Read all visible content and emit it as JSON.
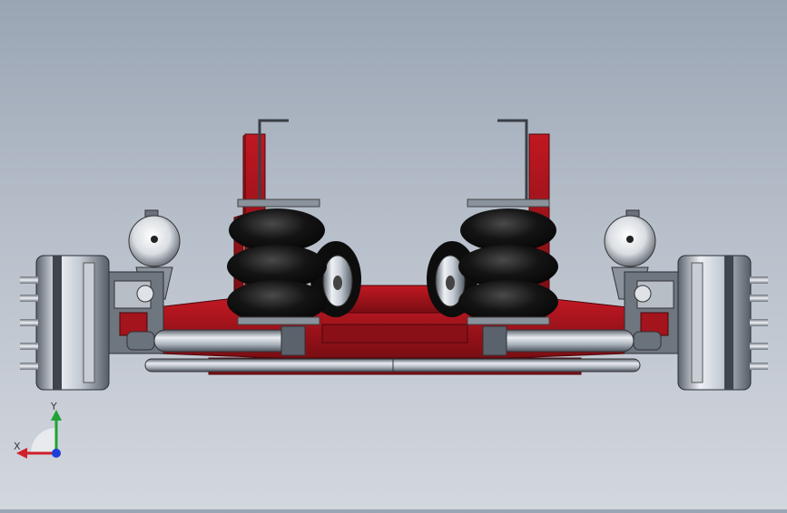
{
  "viewport": {
    "model": "air-suspension-axle-assembly",
    "colors": {
      "frame_red": "#a3141c",
      "frame_red_dark": "#6e0c12",
      "bellows_black": "#101010",
      "steel_light": "#e7ebf0",
      "steel_mid": "#9aa3ad",
      "steel_dark": "#4a525c"
    }
  },
  "triad": {
    "x_label": "X",
    "y_label": "Y",
    "x_color": "#d0202a",
    "y_color": "#1fa334",
    "z_color": "#1d3fd8"
  }
}
